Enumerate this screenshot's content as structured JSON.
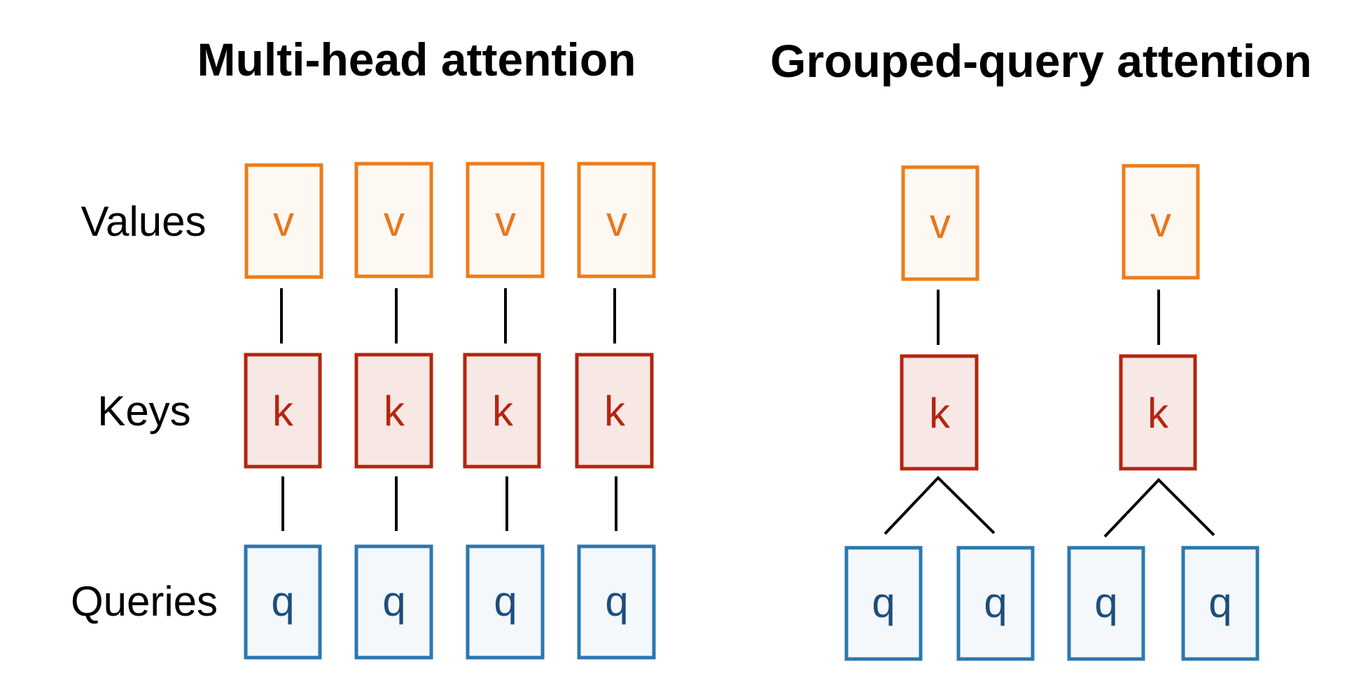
{
  "panels": {
    "mha": {
      "title": "Multi-head attention"
    },
    "gqa": {
      "title": "Grouped-query attention"
    }
  },
  "row_labels": {
    "values": "Values",
    "keys": "Keys",
    "queries": "Queries"
  },
  "box_letters": {
    "value": "v",
    "key": "k",
    "query": "q"
  },
  "colors": {
    "value_stroke": "#ec7c1a",
    "value_fill": "#fef8f3",
    "value_text": "#e8761a",
    "key_stroke": "#b5250f",
    "key_fill": "#f7e8e6",
    "key_text": "#b5250f",
    "query_stroke": "#2a78b0",
    "query_fill": "#f4f8fb",
    "query_text": "#1d4e7c"
  },
  "structure": {
    "mha_heads": 4,
    "gqa_groups": 2,
    "gqa_queries_per_group": 2
  }
}
